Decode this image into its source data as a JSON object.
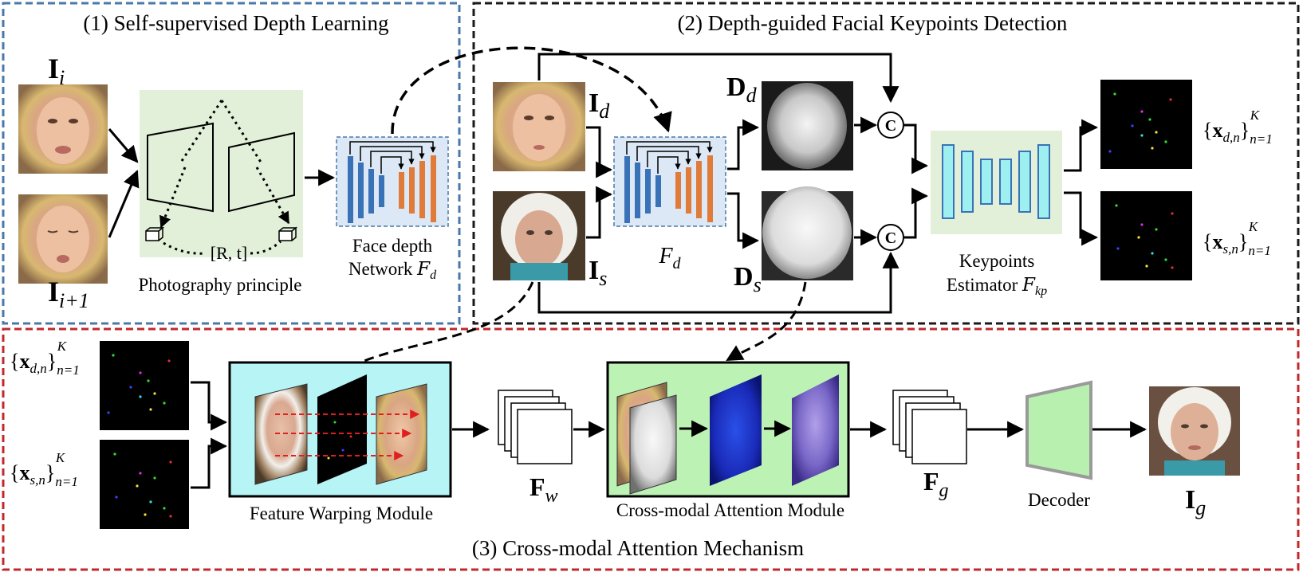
{
  "sections": {
    "depth_learning": "(1) Self-supervised  Depth Learning",
    "keypoints_detection": "(2) Depth-guided Facial Keypoints Detection",
    "attention_mechanism": "(3) Cross-modal Attention Mechanism"
  },
  "part1": {
    "frame_i_base": "I",
    "frame_i_sub": "i",
    "frame_i1_base": "I",
    "frame_i1_sub": "i+1",
    "pose": "[R, t]",
    "photography_label": "Photography principle",
    "network_line1": "Face depth",
    "network_line2_text": "Network",
    "network_symbol": "F",
    "network_symbol_sub": "d"
  },
  "part2": {
    "driving_base": "I",
    "driving_sub": "d",
    "source_base": "I",
    "source_sub": "s",
    "net_symbol": "F",
    "net_symbol_sub": "d",
    "depth_d_base": "D",
    "depth_d_sub": "d",
    "depth_s_base": "D",
    "depth_s_sub": "s",
    "concat_symbol": "C",
    "estimator_line1": "Keypoints",
    "estimator_line2_text": "Estimator",
    "estimator_symbol": "F",
    "estimator_symbol_sub": "kp",
    "kp_d_label": "{x_{d,n}}_{n=1}^{K}",
    "kp_s_label": "{x_{s,n}}_{n=1}^{K}"
  },
  "part3": {
    "kp_d_label": "{x_{d,n}}_{n=1}^{K}",
    "kp_s_label": "{x_{s,n}}_{n=1}^{K}",
    "warping_label": "Feature Warping Module",
    "fw_base": "F",
    "fw_sub": "w",
    "attention_label": "Cross-modal Attention Module",
    "fg_base": "F",
    "fg_sub": "g",
    "decoder_label": "Decoder",
    "output_base": "I",
    "output_sub": "g"
  },
  "colors": {
    "section1_border": "#4a78a8",
    "section2_border": "#1a1a1a",
    "section3_border": "#c0282c",
    "photo_bg": "#e2f0d9",
    "network_bg": "#dce8f5",
    "encoder_blue": "#3a72b8",
    "decoder_orange": "#e07b39",
    "estimator_bg": "#e2f0d9",
    "estimator_bars": "#9ef0f0",
    "warping_bg": "#b6f4f6",
    "attention_bg": "#bdf2b5",
    "decoder_fill": "#b8f0b0"
  }
}
